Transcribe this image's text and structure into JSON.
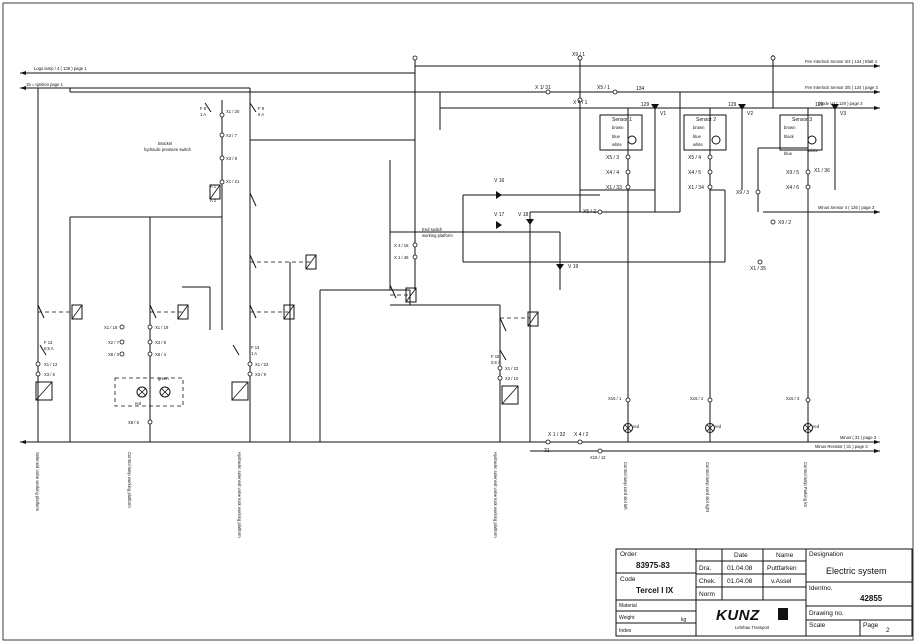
{
  "top_lines": [
    "Logo lamp / 4 ( 138 ) page 1",
    "15 = Ignition page 1",
    "Fire Interlock Sensor 3/4 ( 134 ) Blatt 4",
    "Fire Interlock Sensor 3/5 ( 134 ) page 3",
    "Diode V4 ( 129 ) page 3",
    "Minus Sensor 4 ( 136 ) page 3",
    "Minus ( 31 ) page 3",
    "Minus Resistor ( 31 ) page 3"
  ],
  "terminals": {
    "x9_1": "X9 / 1",
    "x1_31": "X 1/ 31",
    "x5_1": "X5 / 1",
    "x4_1": "X 4 / 1",
    "w134": "134",
    "w129a": "129",
    "w129b": "129",
    "w129c": "129",
    "x1_20": "X1 / 20",
    "x3_7": "X3 / 7",
    "x3_8": "X3 / 8",
    "x1_21": "X1 / 21",
    "x5_3": "X5 / 3",
    "x4_4": "X4 / 4",
    "x1_33": "X1 / 33",
    "x5_4": "X5 / 4",
    "x4_5": "X4 / 5",
    "x1_34": "X1 / 34",
    "x9_5": "X9 / 5",
    "x4_6": "X4 / 6",
    "x1_36": "X1 / 36",
    "x5_2": "X5 / 2",
    "x9_3": "X9 / 3",
    "x9_2": "X9 / 2",
    "x1_35": "X1 / 35",
    "x4_18": "X 4 / 18",
    "x1_48": "X 1 / 48",
    "x1_19": "X1 / 19",
    "x1_18": "X1 / 18",
    "x2_7": "X2 / 7",
    "x3_8b": "X3 / 8",
    "x8_3": "X8 / 3",
    "x8_4": "X8 / 4",
    "x8_5": "X8 / 5",
    "x1_12": "X1 / 12",
    "x3_6": "X3 / 6",
    "x1_22": "X1 / 22",
    "x3_9": "X3 / 9",
    "x1_23": "X1 / 23",
    "x3_10": "X3 / 10",
    "x15_1": "X15 / 1",
    "x15_2": "X15 / 2",
    "x15_3": "X15 / 3",
    "x1_32": "X 1 / 32",
    "x4_2": "X 4 / 2",
    "x15_12": "X15 / 12",
    "m31": "- 31"
  },
  "components": {
    "sensor1": "Sensor 1",
    "sensor2": "Sensor 2",
    "sensor3": "Sensor 3",
    "brown": "brown",
    "blue": "blue",
    "white": "white",
    "black": "black",
    "v1": "V1",
    "v2": "V2",
    "v3": "V3",
    "v16": "V 16",
    "v17": "V 17",
    "v18": "V 18",
    "v19": "V 19",
    "f8": "F 8",
    "f8a": "1 A",
    "f9": "F 9",
    "f9a": "6 A",
    "f13": "F 13",
    "f13a": "0,5 A",
    "f14": "F 14",
    "f14a": "1 A",
    "f15": "F 15",
    "f15a": "0,5 A",
    "bracket": "Bracket",
    "hydraulic": "hydraulic pressure switch",
    "endswitch": "End switch",
    "endswitch2": "working platform",
    "red": "red",
    "green": "green",
    "a1": "A 1",
    "a2": "A 2"
  },
  "bottom_labels": [
    "Solenoid valve working platform",
    "Control lamp working platform",
    "Hydraulic solenoid valve lock working platform",
    "Hydraulic solenoid valve lock working platform",
    "Control lamp cord slot left",
    "Control lamp cord slot right",
    "Control lamp Parking lot"
  ],
  "title_block": {
    "order_label": "Order",
    "order": "83975-83",
    "code_label": "Code",
    "code": "Tercel I  IX",
    "material_label": "Material",
    "weight_label": "Weight",
    "weight_unit": "kg",
    "index_label": "Index",
    "date_label": "Date",
    "name_label": "Name",
    "dra_label": "Dra.",
    "dra_date": "01.04.08",
    "dra_name": "Puttfarken",
    "chek_label": "Chek.",
    "chek_date": "01.04.08",
    "chek_name": "v.Assel",
    "norm_label": "Norm",
    "designation_label": "Designation",
    "designation": "Electric system",
    "identno_label": "Identno.",
    "identno": "42855",
    "drawing_label": "Drawing no.",
    "scale_label": "Scale",
    "page_label": "Page",
    "page": "2",
    "logo": "KUNZ",
    "logo_sub": "Lehrbau Transport"
  }
}
